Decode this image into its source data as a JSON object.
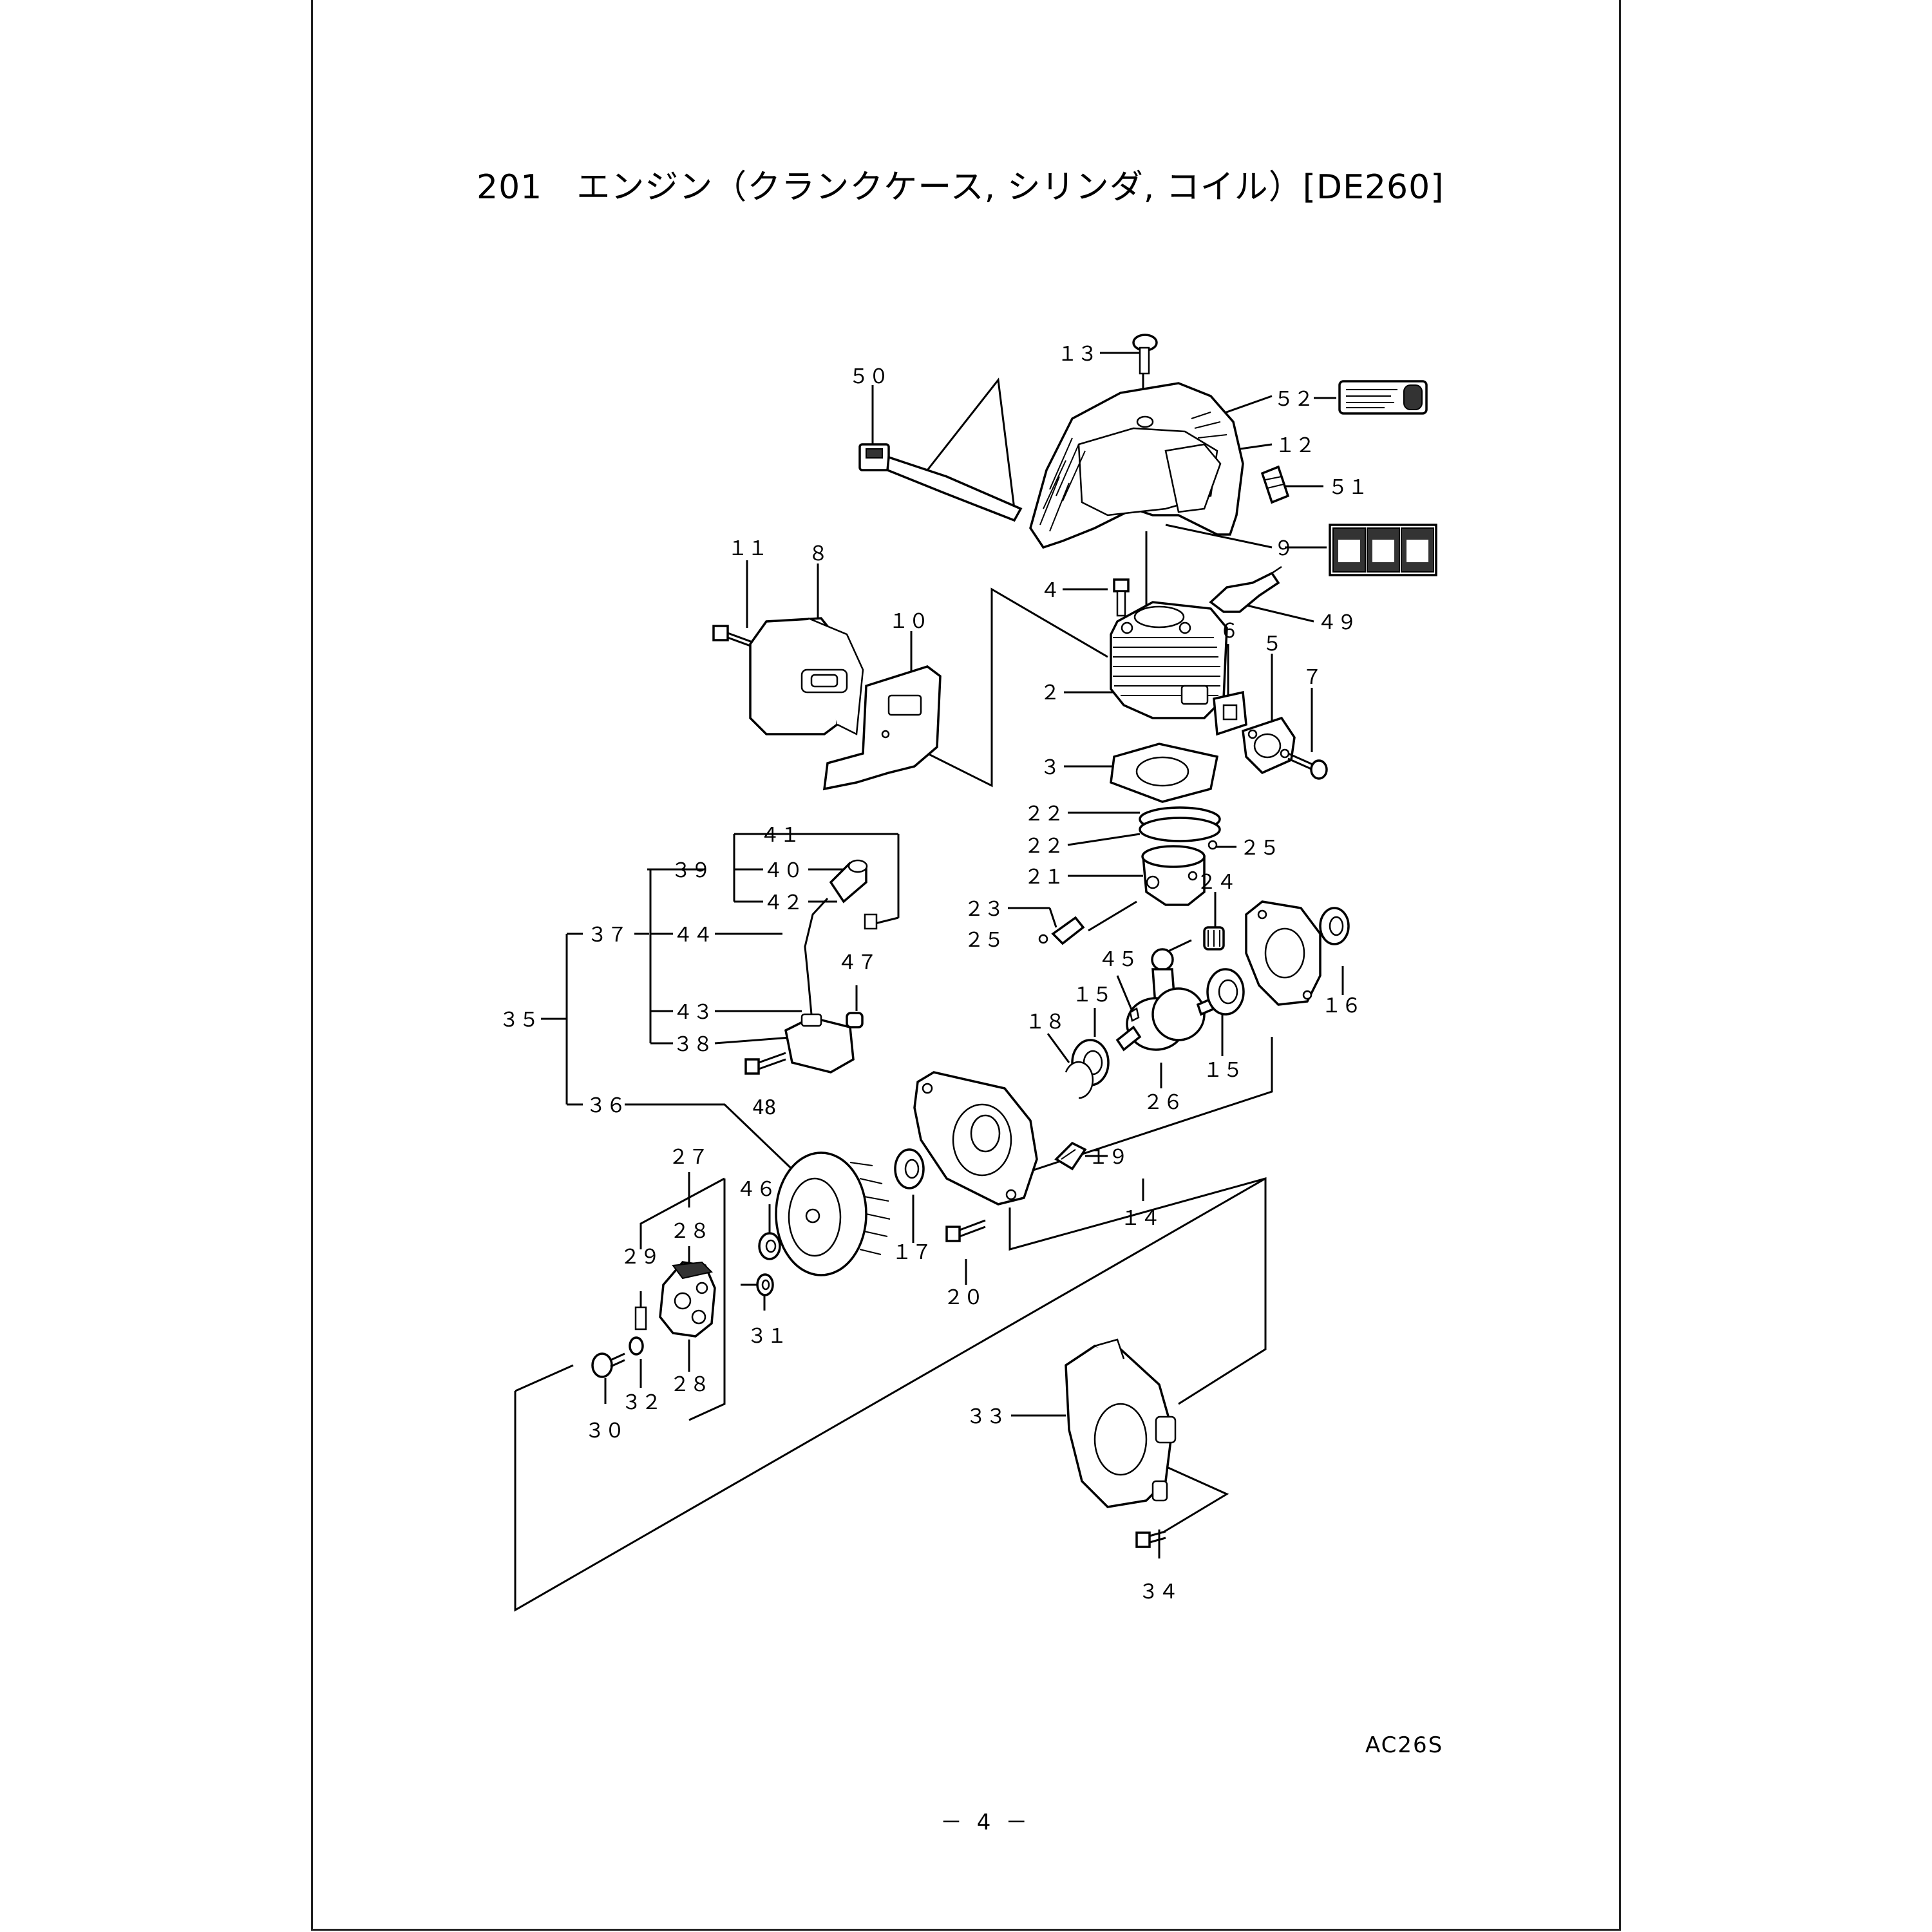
{
  "page": {
    "title": "201　エンジン（クランクケース, シリンダ, コイル）[DE260]",
    "code": "AC26S",
    "page_number": "－ 4 －"
  },
  "callouts": [
    {
      "id": "l13",
      "text": "１３"
    },
    {
      "id": "l50",
      "text": "５０"
    },
    {
      "id": "l52",
      "text": "５２"
    },
    {
      "id": "l12",
      "text": "１２"
    },
    {
      "id": "l51",
      "text": "５１"
    },
    {
      "id": "l9",
      "text": "９"
    },
    {
      "id": "l11",
      "text": "１１"
    },
    {
      "id": "l8",
      "text": "８"
    },
    {
      "id": "l4",
      "text": "４"
    },
    {
      "id": "l49",
      "text": "４９"
    },
    {
      "id": "l10",
      "text": "１０"
    },
    {
      "id": "l6",
      "text": "６"
    },
    {
      "id": "l5",
      "text": "５"
    },
    {
      "id": "l7",
      "text": "７"
    },
    {
      "id": "l2",
      "text": "２"
    },
    {
      "id": "l3",
      "text": "３"
    },
    {
      "id": "l22a",
      "text": "２２"
    },
    {
      "id": "l22b",
      "text": "２２"
    },
    {
      "id": "l25a",
      "text": "２５"
    },
    {
      "id": "l21",
      "text": "２１"
    },
    {
      "id": "l41",
      "text": "４１"
    },
    {
      "id": "l40",
      "text": "４０"
    },
    {
      "id": "l39",
      "text": "３９"
    },
    {
      "id": "l42",
      "text": "４２"
    },
    {
      "id": "l24",
      "text": "２４"
    },
    {
      "id": "l23",
      "text": "２３"
    },
    {
      "id": "l37",
      "text": "３７"
    },
    {
      "id": "l44",
      "text": "４４"
    },
    {
      "id": "l25b",
      "text": "２５"
    },
    {
      "id": "l47",
      "text": "４７"
    },
    {
      "id": "l45",
      "text": "４５"
    },
    {
      "id": "l16",
      "text": "１６"
    },
    {
      "id": "l15a",
      "text": "１５"
    },
    {
      "id": "l18",
      "text": "１８"
    },
    {
      "id": "l35",
      "text": "３５"
    },
    {
      "id": "l43",
      "text": "４３"
    },
    {
      "id": "l38",
      "text": "３８"
    },
    {
      "id": "l15b",
      "text": "１５"
    },
    {
      "id": "l26",
      "text": "２６"
    },
    {
      "id": "l48",
      "text": "48"
    },
    {
      "id": "l36",
      "text": "３６"
    },
    {
      "id": "l19",
      "text": "１９"
    },
    {
      "id": "l27",
      "text": "２７"
    },
    {
      "id": "l46",
      "text": "４６"
    },
    {
      "id": "l28a",
      "text": "２８"
    },
    {
      "id": "l14",
      "text": "１４"
    },
    {
      "id": "l29",
      "text": "２９"
    },
    {
      "id": "l17",
      "text": "１７"
    },
    {
      "id": "l20",
      "text": "２０"
    },
    {
      "id": "l31",
      "text": "３１"
    },
    {
      "id": "l32",
      "text": "３２"
    },
    {
      "id": "l28b",
      "text": "２８"
    },
    {
      "id": "l30",
      "text": "３０"
    },
    {
      "id": "l33",
      "text": "３３"
    },
    {
      "id": "l34",
      "text": "３４"
    }
  ]
}
